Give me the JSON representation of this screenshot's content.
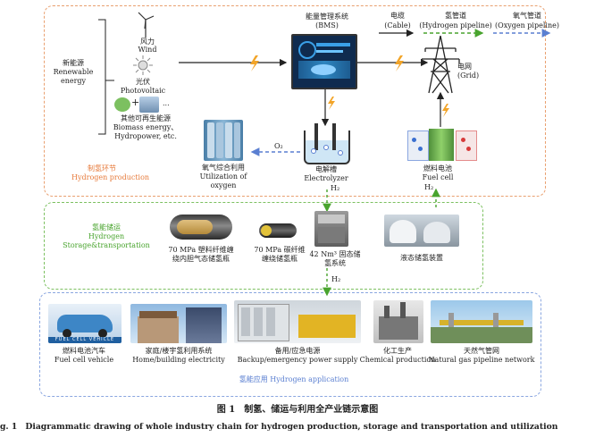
{
  "colors": {
    "production": "#e77b3c",
    "storage": "#49a42e",
    "application": "#5a7fd1",
    "cable_arrow": "#f2a428",
    "hydrogen_pipe": "#49a42e",
    "oxygen_pipe": "#5a7fd1"
  },
  "legend": {
    "cable_cn": "电缆",
    "cable_en": "(Cable)",
    "h2_pipe_cn": "氢管道",
    "h2_pipe_en": "(Hydrogen pipeline)",
    "o2_pipe_cn": "氧气管道",
    "o2_pipe_en": "(Oxygen pipeline)"
  },
  "renewable": {
    "label_cn": "新能源",
    "label_en1": "Renewable",
    "label_en2": "energy",
    "wind_cn": "风力",
    "wind_en": "Wind",
    "pv_cn": "光伏",
    "pv_en": "Photovoltaic",
    "other_cn": "其他可再生能源",
    "other_en1": "Biomass energy、",
    "other_en2": "Hydropower, etc.",
    "other_plus": "+",
    "other_dots": "..."
  },
  "bms": {
    "label_cn": "能量管理系统",
    "label_en": "(BMS)"
  },
  "grid": {
    "label_cn": "电网",
    "label_en": "(Grid)"
  },
  "production": {
    "section_cn": "制氢环节",
    "section_en": "Hydrogen production",
    "oxygen_cn": "氧气综合利用",
    "oxygen_en1": "Utilization of",
    "oxygen_en2": "oxygen",
    "o2_label": "O₂",
    "electrolyzer_cn": "电解槽",
    "electrolyzer_en": "Electrolyzer",
    "h2_label": "H₂",
    "fuelcell_cn": "燃料电池",
    "fuelcell_en": "Fuel cell",
    "fc_h2_label": "H₂"
  },
  "storage": {
    "section_cn": "氢能储运",
    "section_en1": "Hydrogen",
    "section_en2": "Storage&transportation",
    "item1_l1": "70 MPa 塑料纤维缠",
    "item1_l2": "绕内胆气态储氢瓶",
    "item2_l1": "70 MPa 碳纤维",
    "item2_l2": "缠绕储氢瓶",
    "item3_l1": "42 Nm³ 固态储",
    "item3_l2": "氢系统",
    "item4_l1": "液态储氢装置",
    "h2_label": "H₂"
  },
  "application": {
    "section_cn": "氢能应用",
    "section_en": "Hydrogen application",
    "fcv_banner": "FUEL CELL VEHICLE",
    "items": [
      {
        "cn": "燃料电池汽车",
        "en": "Fuel cell vehicle"
      },
      {
        "cn": "家庭/楼宇氢利用系统",
        "en": "Home/building electricity"
      },
      {
        "cn": "备用/应急电源",
        "en": "Backup/emergency power supply"
      },
      {
        "cn": "化工生产",
        "en": "Chemical production"
      },
      {
        "cn": "天然气管网",
        "en": "Natural gas pipeline network"
      }
    ]
  },
  "caption": {
    "cn": "图 1　制氢、储运与利用全产业链示意图",
    "en": "g. 1　Diagrammatic drawing of whole industry chain for hydrogen production, storage and transportation and utilization"
  }
}
